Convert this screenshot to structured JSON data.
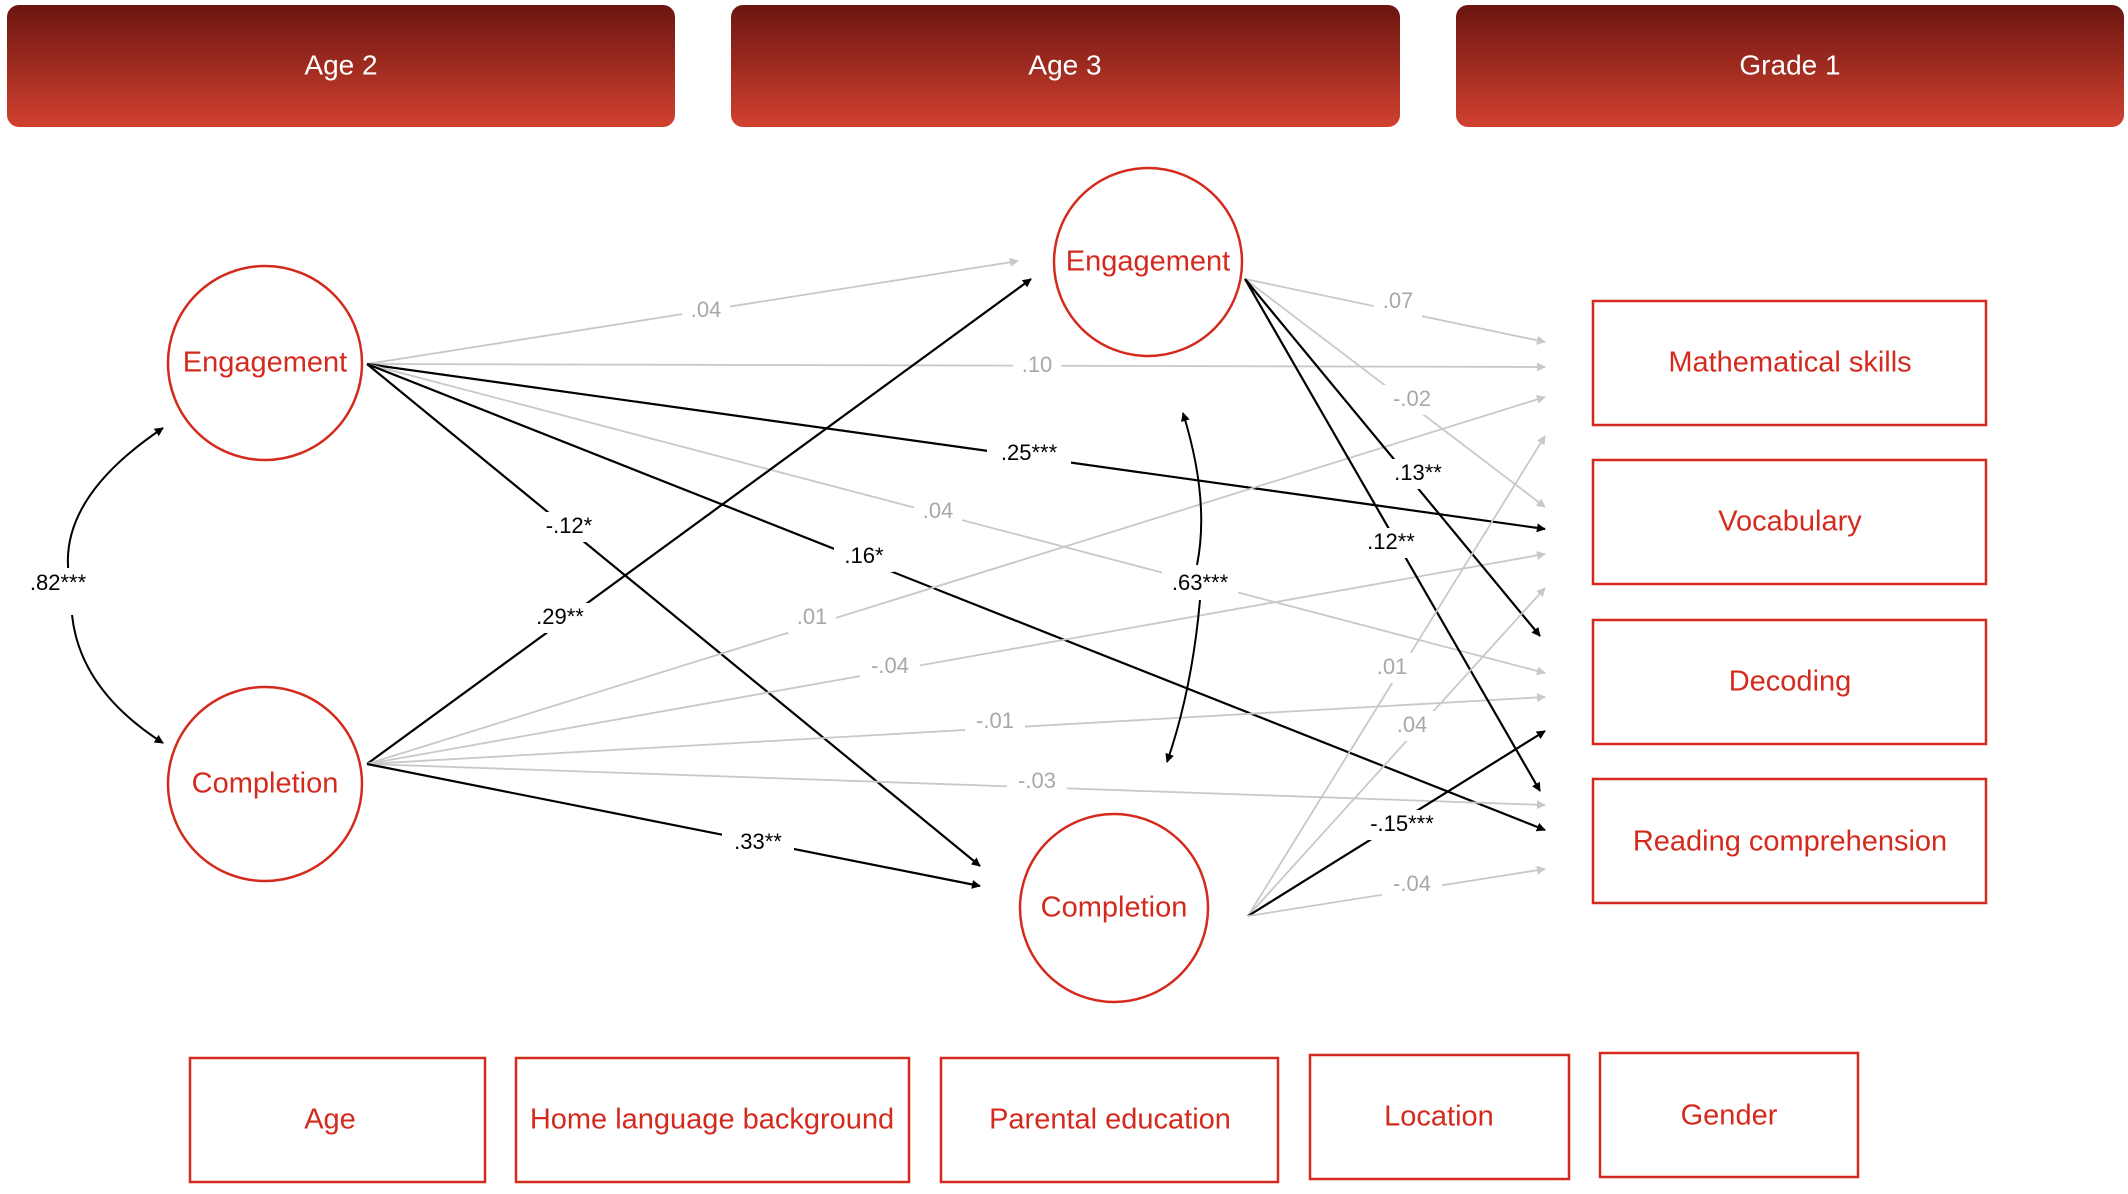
{
  "headers": {
    "age2": "Age 2",
    "age3": "Age 3",
    "grade1": "Grade 1"
  },
  "nodes": {
    "eng_age2": "Engagement",
    "comp_age2": "Completion",
    "eng_age3": "Engagement",
    "comp_age3": "Completion",
    "math": "Mathematical skills",
    "vocab": "Vocabulary",
    "decoding": "Decoding",
    "reading": "Reading comprehension"
  },
  "covariates": {
    "age": "Age",
    "home_language": "Home language background",
    "parental_education": "Parental education",
    "location": "Location",
    "gender": "Gender"
  },
  "correlations": {
    "age2": ".82***",
    "age3": ".63***"
  },
  "paths": [
    {
      "from": "eng_age2",
      "to": "eng_age3",
      "label": ".04",
      "significant": false
    },
    {
      "from": "eng_age2",
      "to": "math",
      "label": ".10",
      "significant": false
    },
    {
      "from": "eng_age2",
      "to": "vocab",
      "label": ".25***",
      "significant": true
    },
    {
      "from": "eng_age2",
      "to": "decoding",
      "label": ".04",
      "significant": false
    },
    {
      "from": "eng_age2",
      "to": "reading",
      "label": ".16*",
      "significant": true
    },
    {
      "from": "eng_age2",
      "to": "comp_age3",
      "label": "-.12*",
      "significant": true
    },
    {
      "from": "comp_age2",
      "to": "eng_age3",
      "label": ".29**",
      "significant": true
    },
    {
      "from": "comp_age2",
      "to": "math",
      "label": ".01",
      "significant": false
    },
    {
      "from": "comp_age2",
      "to": "vocab",
      "label": "-.04",
      "significant": false
    },
    {
      "from": "comp_age2",
      "to": "decoding",
      "label": "-.01",
      "significant": false
    },
    {
      "from": "comp_age2",
      "to": "reading",
      "label": "-.03",
      "significant": false
    },
    {
      "from": "comp_age2",
      "to": "comp_age3",
      "label": ".33**",
      "significant": true
    },
    {
      "from": "eng_age3",
      "to": "math",
      "label": ".07",
      "significant": false
    },
    {
      "from": "eng_age3",
      "to": "vocab",
      "label": "-.02",
      "significant": false
    },
    {
      "from": "eng_age3",
      "to": "decoding",
      "label": ".13**",
      "significant": true
    },
    {
      "from": "eng_age3",
      "to": "reading",
      "label": ".12**",
      "significant": true
    },
    {
      "from": "comp_age3",
      "to": "math",
      "label": ".01",
      "significant": false
    },
    {
      "from": "comp_age3",
      "to": "vocab",
      "label": ".04",
      "significant": false
    },
    {
      "from": "comp_age3",
      "to": "decoding",
      "label": "-.15***",
      "significant": true
    },
    {
      "from": "comp_age3",
      "to": "reading",
      "label": "-.04",
      "significant": false
    }
  ],
  "colors": {
    "header_top": "#6b1510",
    "header_bottom": "#d2412f",
    "node_red": "#d42a1e",
    "significant": "#000000",
    "nonsignificant": "#c8c8c8",
    "nonsignificant_label": "#a8a8a8"
  }
}
